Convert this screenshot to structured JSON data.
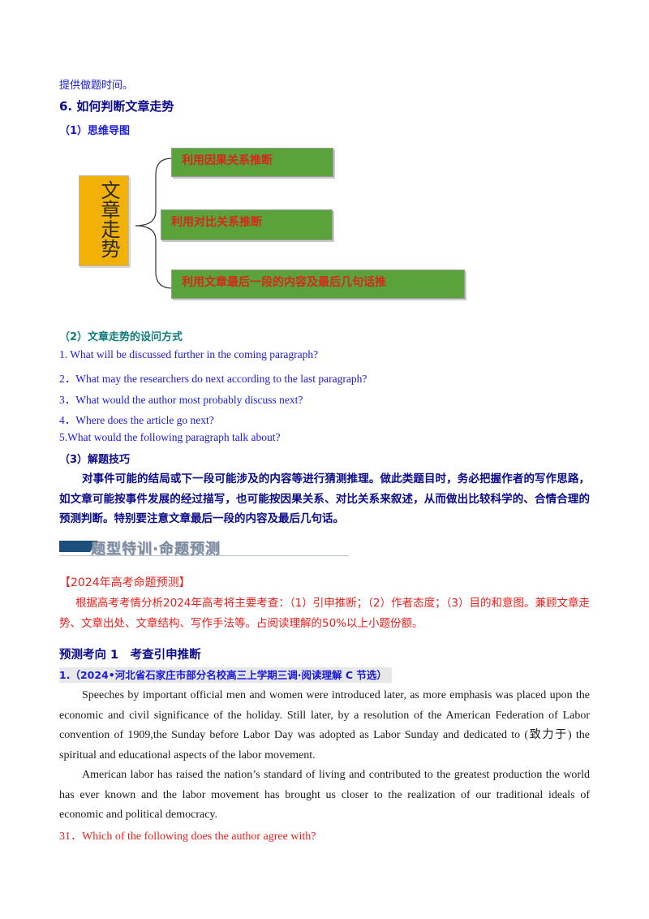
{
  "top_line": "提供做题时间。",
  "section6": {
    "heading": "6. 如何判断文章走势",
    "sub1": "（1）思维导图",
    "mindmap": {
      "center": "文章走势",
      "branches": [
        "利用因果关系推断",
        "利用对比关系推断",
        "利用文章最后一段的内容及最后几句话推"
      ]
    },
    "sub2": "（2）文章走势的设问方式",
    "questions": [
      "1. What will be discussed further in the coming paragraph?",
      "2．What may the researchers do next according to the last paragraph?",
      "3．What would the author most probably discuss next?",
      "4．Where does the article go next?",
      "5.What would the following paragraph talk about?"
    ],
    "sub3": "（3）解题技巧",
    "tips": "对事件可能的结局或下一段可能涉及的内容等进行猜测推理。做此类题目时，务必把握作者的写作思路，如文章可能按事件发展的经过描写，也可能按因果关系、对比关系来叙述，从而做出比较科学的、合情合理的预测判断。特别要注意文章最后一段的内容及最后几句话。"
  },
  "banner": "题型特训·命题预测",
  "forecast": {
    "title": "【2024年高考命题预测】",
    "body": "根据高考考情分析2024年高考将主要考查：（1）引申推断；（2）作者态度；（3）目的和意图。兼顾文章走势、文章出处、文章结构、写作手法等。占阅读理解的50%以上小题份额。"
  },
  "direction": "预测考向 1　考查引申推断",
  "source": "1.（2024•河北省石家庄市部分名校高三上学期三调·阅读理解 C 节选）",
  "passage": [
    "Speeches by important official men and women were introduced later, as more emphasis was placed upon the economic and civil significance of the holiday. Still later, by a resolution of the American Federation of Labor convention of 1909,the Sunday before Labor Day was adopted as Labor Sunday and dedicated to (致力于) the spiritual and educational aspects of the labor movement.",
    "American labor has raised the nation’s standard of living and contributed to the greatest production the world has ever known and the labor movement has brought us closer to the realization of our traditional ideals of economic and political democracy."
  ],
  "question31": "31．Which of the following does the author agree with?"
}
